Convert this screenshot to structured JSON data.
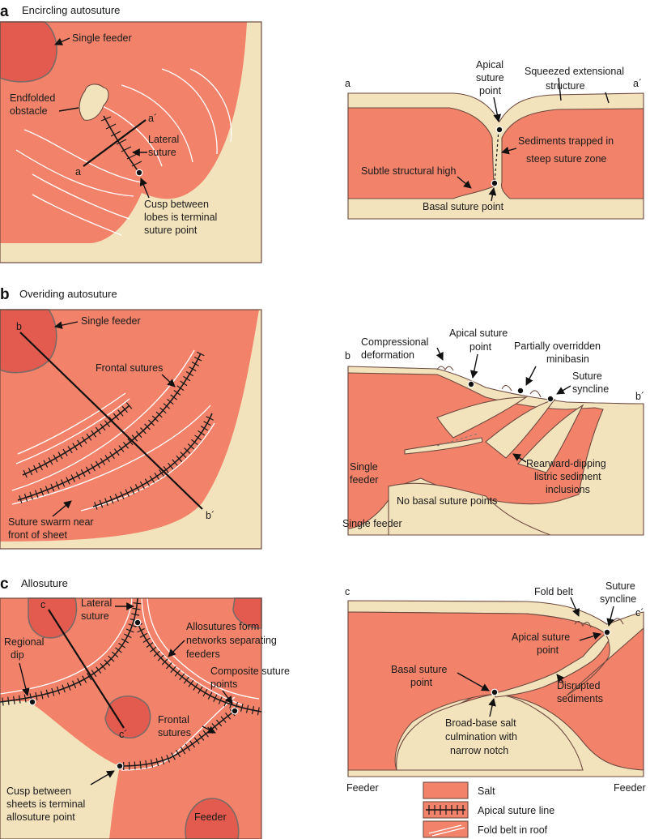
{
  "panels": {
    "a": {
      "letter": "a",
      "title": "Encircling autosuture",
      "map_labels": {
        "single_feeder": "Single feeder",
        "endfolded_1": "Endfolded",
        "endfolded_2": "obstacle",
        "lateral_1": "Lateral",
        "lateral_2": "suture",
        "cusp_1": "Cusp between",
        "cusp_2": "lobes is terminal",
        "cusp_3": "suture point",
        "sec_start": "a",
        "sec_end": "a´"
      },
      "section_labels": {
        "end_left": "a",
        "end_right": "a´",
        "apical_1": "Apical",
        "apical_2": "suture",
        "apical_3": "point",
        "squeezed_1": "Squeezed extensional",
        "squeezed_2": "structure",
        "trapped_1": "Sediments trapped in",
        "trapped_2": "steep suture zone",
        "subtle": "Subtle structural high",
        "basal": "Basal suture point"
      }
    },
    "b": {
      "letter": "b",
      "title": "Overiding autosuture",
      "map_labels": {
        "single_feeder": "Single feeder",
        "frontal": "Frontal sutures",
        "swarm_1": "Suture swarm near",
        "swarm_2": "front of sheet",
        "sec_start": "b",
        "sec_end": "b´"
      },
      "section_labels": {
        "end_left": "b",
        "end_right": "b´",
        "compressional_1": "Compressional",
        "compressional_2": "deformation",
        "apical_1": "Apical suture",
        "apical_2": "point",
        "overridden_1": "Partially overridden",
        "overridden_2": "minibasin",
        "syncline_1": "Suture",
        "syncline_2": "syncline",
        "single_1": "Single",
        "single_2": "feeder",
        "nobasal": "No basal suture points",
        "rearward_1": "Rearward-dipping",
        "rearward_2": "listric sediment",
        "rearward_3": "inclusions",
        "below": "Single feeder"
      }
    },
    "c": {
      "letter": "c",
      "title": "Allosuture",
      "map_labels": {
        "lateral_1": "Lateral",
        "lateral_2": "suture",
        "regional_1": "Regional",
        "regional_2": "dip",
        "allo_1": "Allosutures form",
        "allo_2": "networks separating",
        "allo_3": "feeders",
        "composite_1": "Composite suture",
        "composite_2": "points",
        "frontal_1": "Frontal",
        "frontal_2": "sutures",
        "cusp_1": "Cusp between",
        "cusp_2": "sheets is terminal",
        "cusp_3": "allosuture point",
        "feeder": "Feeder",
        "sec_start": "c",
        "sec_end": "c´"
      },
      "section_labels": {
        "end_left": "c",
        "end_right": "c´",
        "foldbelt": "Fold belt",
        "syncline_1": "Suture",
        "syncline_2": "syncline",
        "apical_1": "Apical suture",
        "apical_2": "point",
        "basal_1": "Basal suture",
        "basal_2": "point",
        "disrupted_1": "Disrupted",
        "disrupted_2": "sediments",
        "broad_1": "Broad-base salt",
        "broad_2": "culmination with",
        "broad_3": "narrow notch",
        "feeder_left": "Feeder",
        "feeder_right": "Feeder"
      }
    }
  },
  "legend": {
    "salt": "Salt",
    "apical": "Apical suture line",
    "fold": "Fold belt in roof"
  },
  "colors": {
    "salt": "#f2836a",
    "feeder": "#e35a4e",
    "sediment": "#f3e3bc",
    "outline": "#6e4a40"
  }
}
